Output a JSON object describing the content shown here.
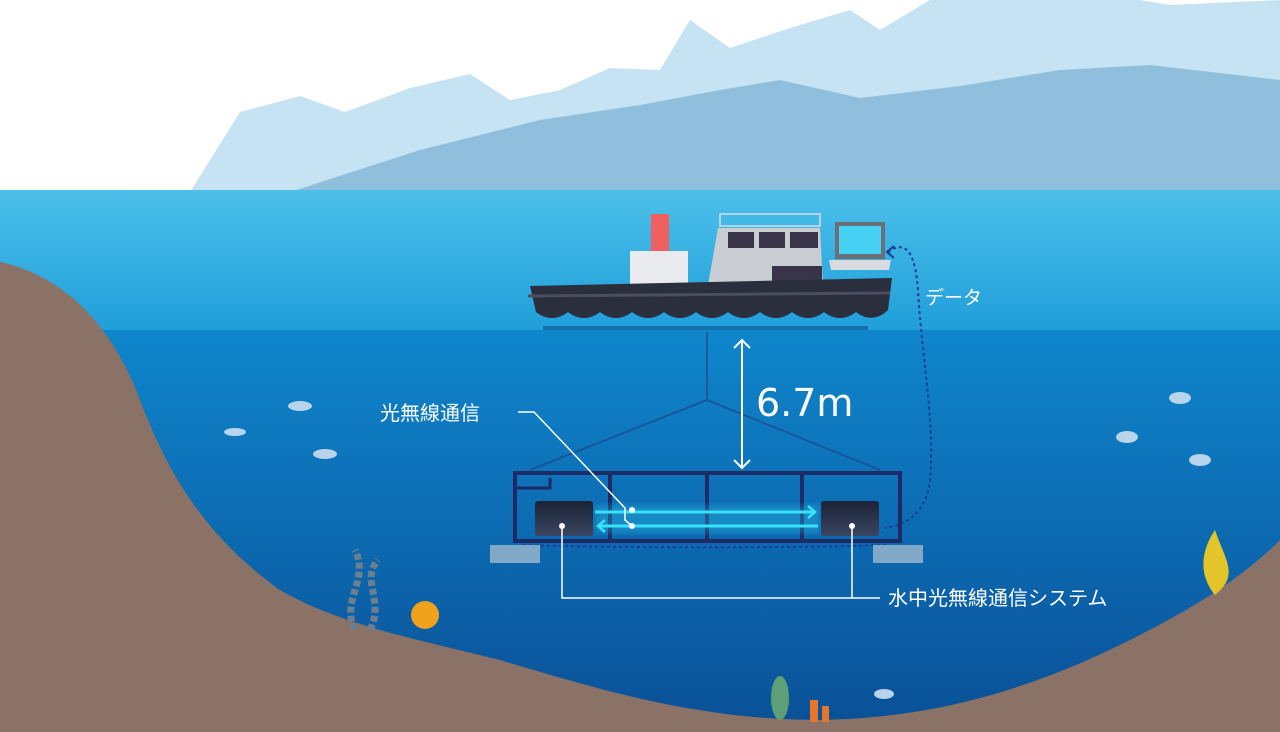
{
  "labels": {
    "data": "データ",
    "distance": "6.7m",
    "optical_link": "光無線通信",
    "system": "水中光無線通信システム"
  },
  "colors": {
    "sky": "#ffffff",
    "mountain_far": "#c4e2f2",
    "mountain_near": "#8fbfdc",
    "surface_water": "#38b1e2",
    "deep_water": "#0a5fa9",
    "seabed": "#8a7266",
    "hull": "#2b2e3d",
    "beam": "#37e3ff",
    "frame": "#1d2a66"
  }
}
